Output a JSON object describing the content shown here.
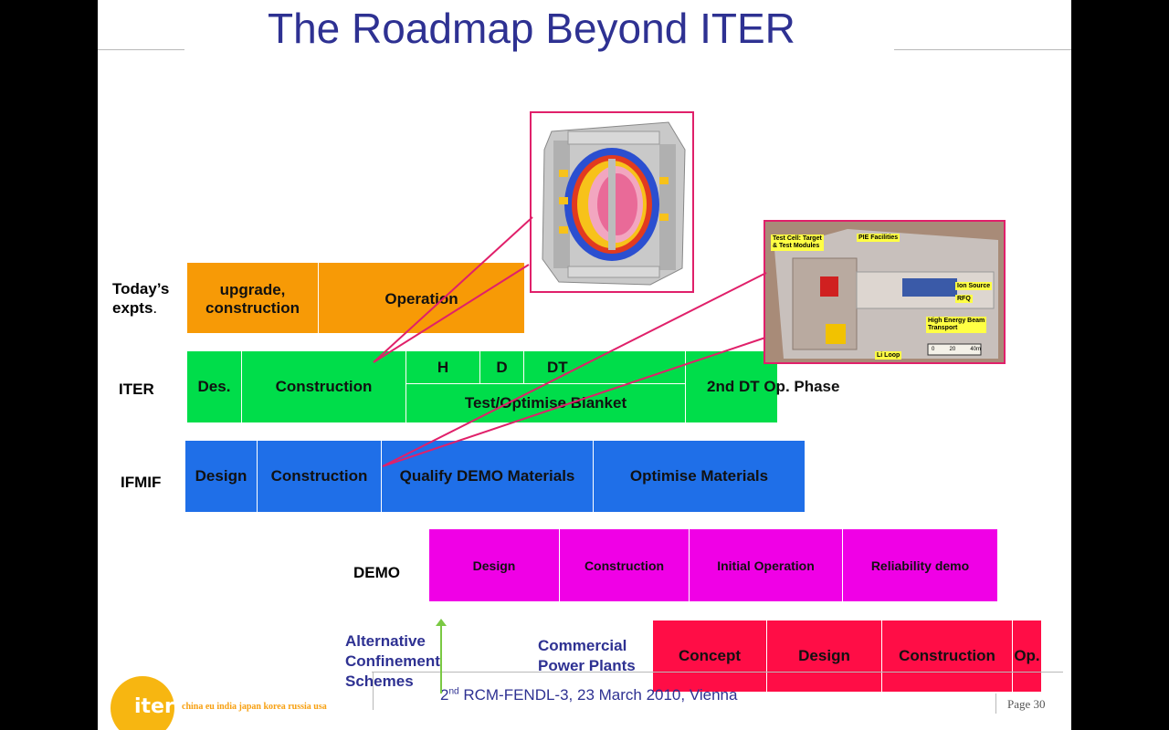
{
  "title": "The Roadmap Beyond ITER",
  "rows": {
    "todays": {
      "label_main": "Today’s",
      "label_second": "expts",
      "label_dot": ".",
      "blocks": [
        "upgrade,",
        "construction",
        "Operation"
      ]
    },
    "iter": {
      "label": "ITER",
      "blocks": {
        "des": "Des.",
        "construction": "Construction",
        "h": "H",
        "d": "D",
        "dt": "DT",
        "blanket": "Test/Optimise Blanket",
        "phase2": "2nd DT Op. Phase"
      }
    },
    "ifmif": {
      "label": "IFMIF",
      "blocks": [
        "Design",
        "Construction",
        "Qualify DEMO Materials",
        "Optimise Materials"
      ]
    },
    "demo": {
      "label": "DEMO",
      "blocks": [
        "Design",
        "Construction",
        "Initial Operation",
        "Reliability demo"
      ]
    },
    "commercial": {
      "label_line1": "Commercial",
      "label_line2": "Power Plants",
      "blocks": [
        "Concept",
        "Design",
        "Construction",
        "Op."
      ]
    }
  },
  "alt": {
    "line1": "Alternative",
    "line2": "Confinement",
    "line3": "Schemes"
  },
  "ifmif_callouts": [
    "Test Cell: Target",
    "& Test Modules",
    "PIE Facilities",
    "Ion Source",
    "RFQ",
    "High Energy Beam",
    "Transport",
    "Li Loop",
    "0",
    "20",
    "40m"
  ],
  "footer": {
    "logo": "iter",
    "partners": "china eu india japan korea russia usa",
    "conf_sup": "nd",
    "conf_num": "2",
    "conf_rest": " RCM-FENDL-3, 23 March 2010, Vienna",
    "page": "Page 30"
  },
  "colors": {
    "title": "#2e3192",
    "orange": "#f79a06",
    "green": "#00dd4a",
    "blue": "#1f6fe8",
    "magenta": "#f000e6",
    "red": "#ff0d46",
    "pointer": "#e0206a",
    "arrow": "#7ac943"
  }
}
